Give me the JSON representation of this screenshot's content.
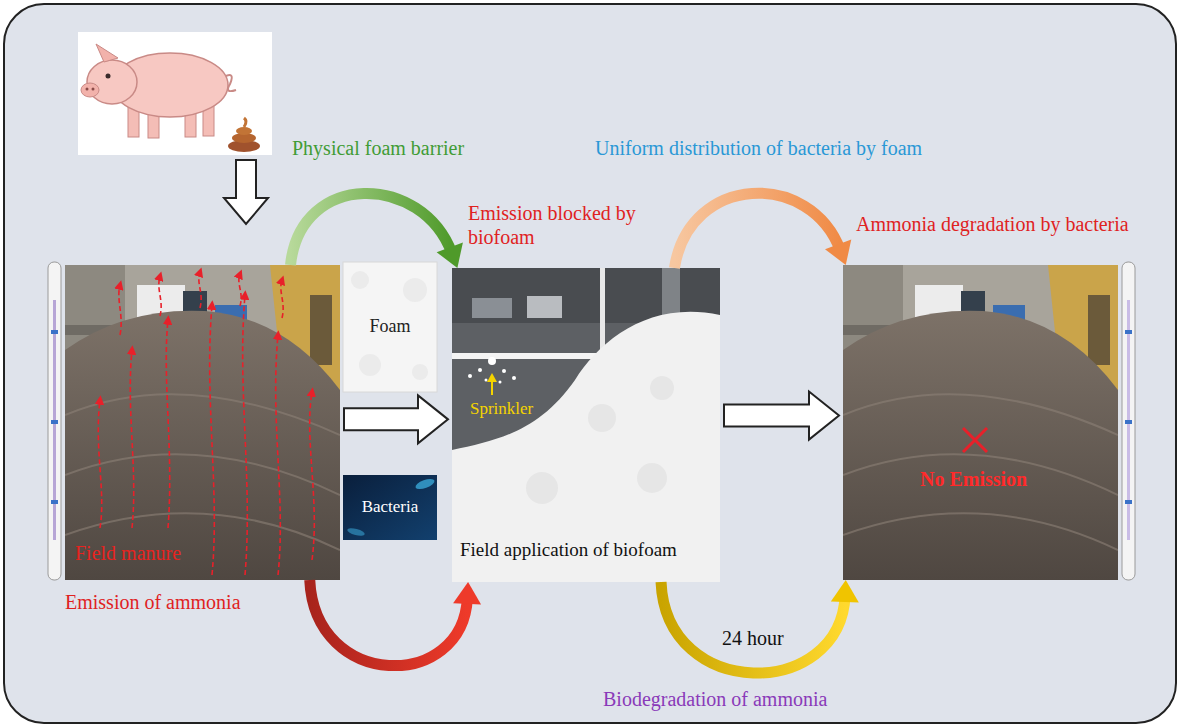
{
  "diagram": {
    "nodes": [
      {
        "text": [
          "Field manure"
        ]
      },
      {
        "text": [
          "Foam"
        ]
      },
      {
        "text": [
          "Bacteria"
        ]
      },
      {
        "text": [
          "Sprinkler",
          "Field application of biofoam"
        ]
      },
      {
        "text": [
          "No Emission"
        ]
      }
    ],
    "edges": [
      {
        "from": 0,
        "to": 3,
        "arrow": "to"
      },
      {
        "from": 0,
        "to": 3,
        "label": "Physical foam barrier",
        "arrow": "to"
      },
      {
        "from": 0,
        "to": 3,
        "arrow": "to"
      },
      {
        "from": 3,
        "to": 4,
        "arrow": "to"
      },
      {
        "from": 3,
        "to": 4,
        "label": "Uniform distribution of bacteria by foam",
        "arrow": "to"
      },
      {
        "from": 3,
        "to": 4,
        "label": "24 hour",
        "arrow": "to"
      }
    ],
    "labels": [
      "Emission blocked by biofoam",
      "Ammonia degradation by bacteria",
      "Emission of ammonia",
      "Biodegradation of ammonia"
    ]
  }
}
